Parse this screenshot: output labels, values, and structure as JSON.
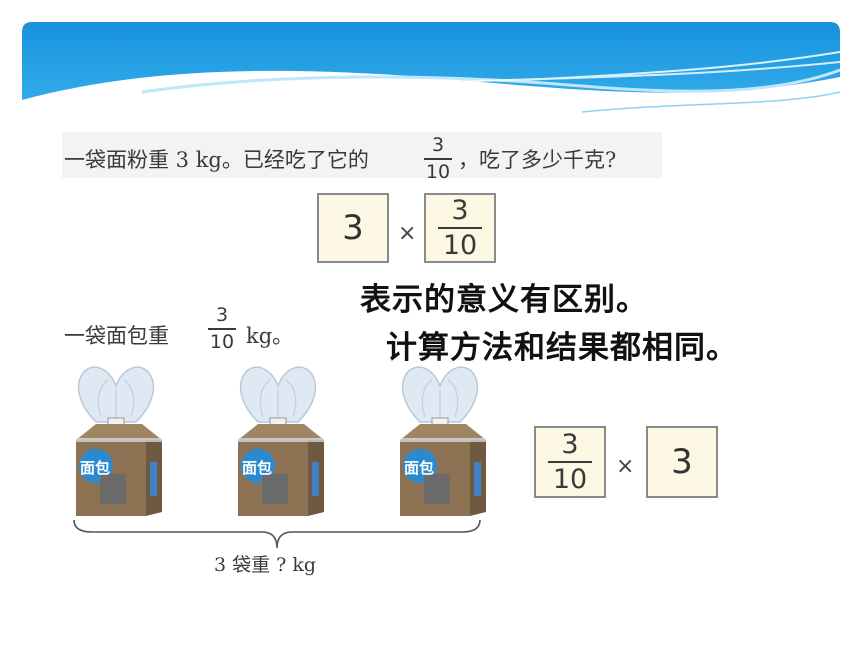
{
  "question1": {
    "text_before": "一袋面粉重 3 kg。已经吃了它的",
    "fraction_numerator": "3",
    "fraction_denominator": "10",
    "text_after": "，吃了多少千克?"
  },
  "expression1": {
    "left_value": "3",
    "operator": "×",
    "right_numerator": "3",
    "right_denominator": "10"
  },
  "statement1": "表示的意义有区别。",
  "statement2": "计算方法和结果都相同。",
  "question2": {
    "text_before": "一袋面包重",
    "fraction_numerator": "3",
    "fraction_denominator": "10",
    "text_after": "kg。"
  },
  "bags": [
    {
      "label": "面包",
      "icon": "bread-bag-icon"
    },
    {
      "label": "面包",
      "icon": "bread-bag-icon"
    },
    {
      "label": "面包",
      "icon": "bread-bag-icon"
    }
  ],
  "brace_label": "3 袋重 ? kg",
  "expression2": {
    "left_numerator": "3",
    "left_denominator": "10",
    "operator": "×",
    "right_value": "3"
  },
  "colors": {
    "banner_blue": "#1a9be0",
    "box_fill": "#fdf8e4",
    "box_border": "#8a8a8a"
  }
}
